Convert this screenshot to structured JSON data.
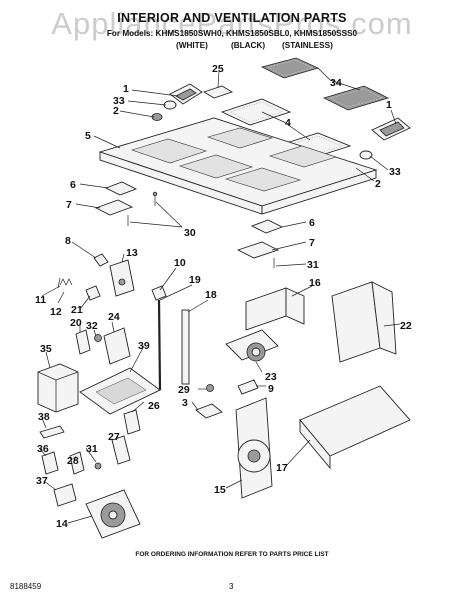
{
  "watermark": "AppliancePartsPros.com",
  "header": {
    "title": "INTERIOR AND VENTILATION PARTS",
    "models": "For Models: KHMS1850SWH0, KHMS1850SBL0, KHMS1850SSS0",
    "colors": [
      "(WHITE)",
      "(BLACK)",
      "(STAINLESS)"
    ]
  },
  "callouts": [
    "1",
    "2",
    "3",
    "4",
    "5",
    "6",
    "7",
    "8",
    "9",
    "10",
    "11",
    "12",
    "13",
    "14",
    "15",
    "16",
    "17",
    "18",
    "19",
    "20",
    "21",
    "22",
    "23",
    "24",
    "25",
    "26",
    "27",
    "28",
    "29",
    "30",
    "31",
    "32",
    "33",
    "34",
    "35",
    "36",
    "37",
    "38",
    "39"
  ],
  "labels": {
    "one": [
      "1",
      "1"
    ],
    "two": [
      "2",
      "2"
    ],
    "thirtythree": [
      "33",
      "33"
    ],
    "four": "4",
    "five": "5",
    "six": [
      "6",
      "6"
    ],
    "seven": [
      "7",
      "7"
    ],
    "thirty": "30",
    "thirtyone": [
      "31",
      "31"
    ],
    "twentyfive": "25",
    "thirtyfour": "34",
    "eight": "8",
    "eleven": "11",
    "twelve": "12",
    "thirteen": "13",
    "twentyone": "21",
    "twenty": "20",
    "thirtytwo": "32",
    "twentyfour": "24",
    "thirtyfive": "35",
    "thirtynine": "39",
    "ten": "10",
    "nineteen": "19",
    "eighteen": "18",
    "sixteen": "16",
    "twentytwo": "22",
    "twentythree": "23",
    "twentynine": "29",
    "nine": "9",
    "three": "3",
    "thirtyeight": "38",
    "thirtysix": "36",
    "twentyeight": "28",
    "twentysix": "26",
    "twentyseven": "27",
    "thirtyseven": "37",
    "fourteen": "14",
    "fifteen": "15",
    "seventeen": "17"
  },
  "footer": {
    "note": "FOR ORDERING INFORMATION REFER TO PARTS PRICE LIST",
    "doc_number": "8188459",
    "page_number": "3"
  }
}
